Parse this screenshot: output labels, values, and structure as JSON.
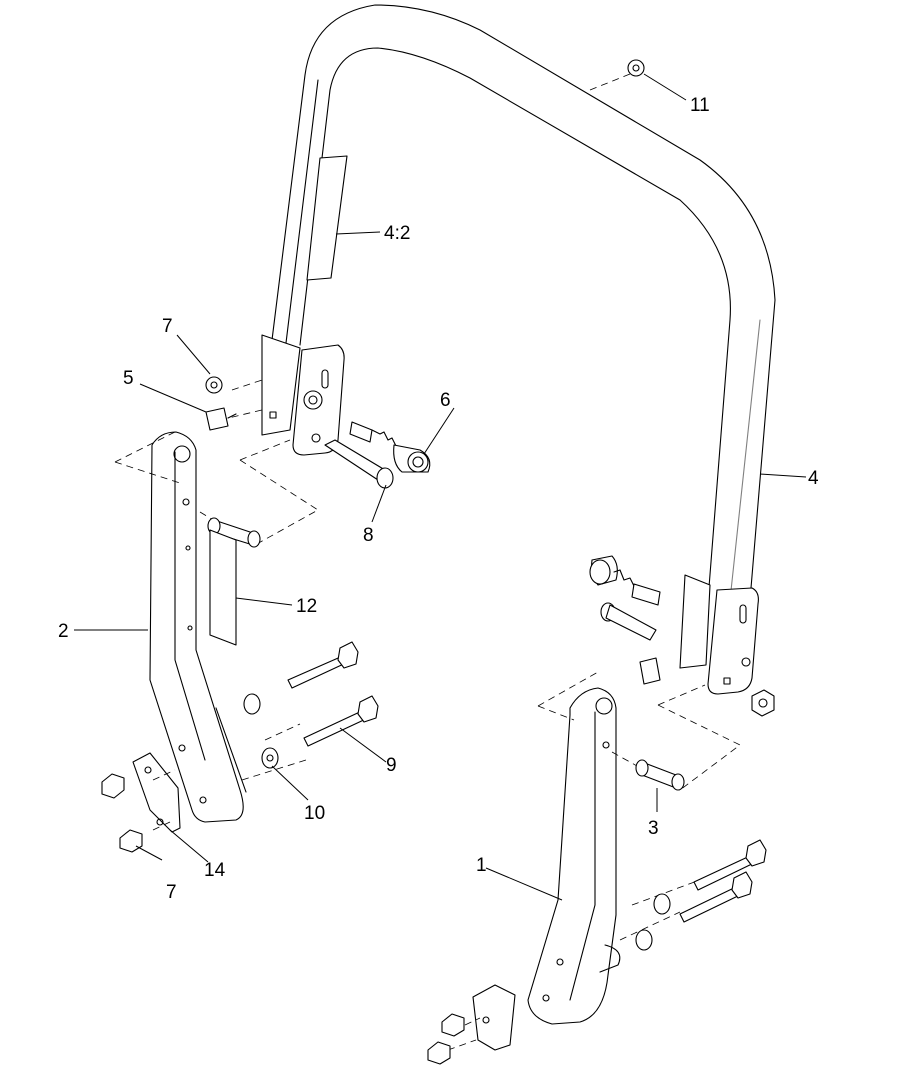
{
  "callouts": {
    "c1": "1",
    "c2": "2",
    "c3": "3",
    "c4": "4",
    "c4_2": "4:2",
    "c5": "5",
    "c6": "6",
    "c7_top": "7",
    "c7_bottom": "7",
    "c8": "8",
    "c9": "9",
    "c10": "10",
    "c11": "11",
    "c12": "12",
    "c14": "14"
  }
}
